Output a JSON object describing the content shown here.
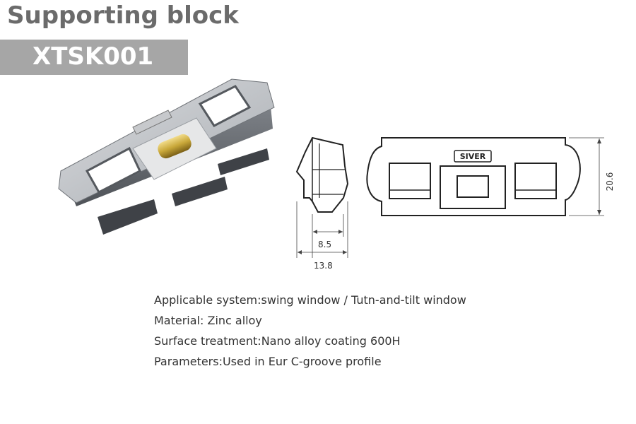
{
  "title": "Supporting block",
  "model": "XTSK001",
  "brand_mark": "SIVER",
  "dimensions": {
    "inner_width": "8.5",
    "outer_width": "13.8",
    "height": "20.6"
  },
  "specs": [
    "Applicable system:swing window / Tutn-and-tilt window",
    "Material: Zinc alloy",
    "Surface treatment:Nano alloy coating 600H",
    "Parameters:Used in Eur C-groove profile"
  ],
  "colors": {
    "title": "#6b6b6b",
    "model_bar": "#a6a6a6",
    "part_body": "#8c9096",
    "brass": "#c9a83a"
  }
}
